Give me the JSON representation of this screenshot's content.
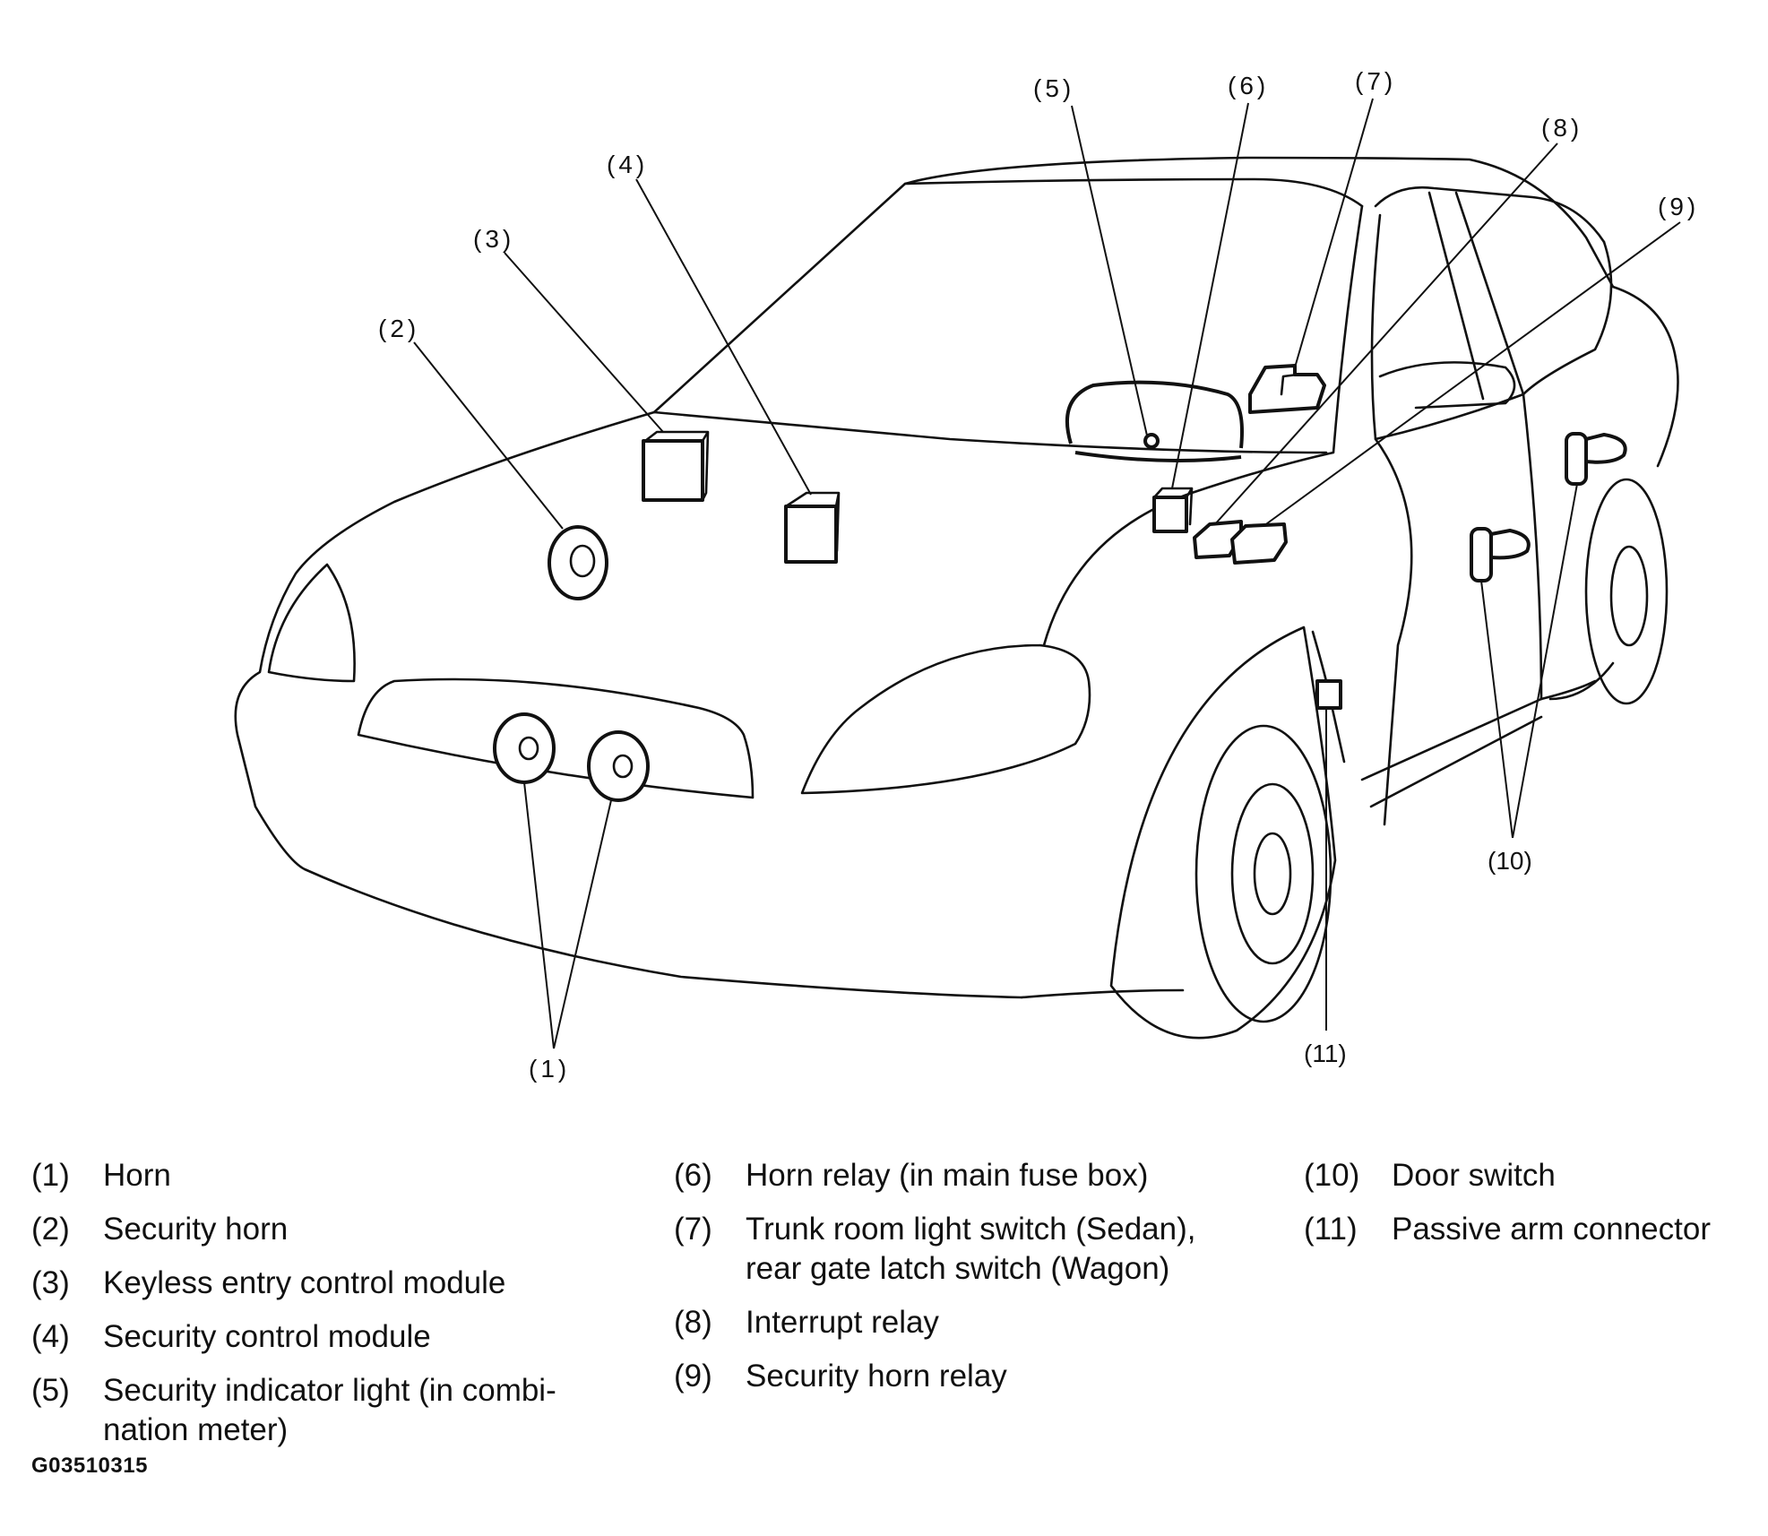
{
  "callouts": [
    "(5)",
    "(6)",
    "(7)",
    "(8)",
    "(4)",
    "(9)",
    "(3)",
    "(2)",
    "(10)",
    "(1)",
    "(11)"
  ],
  "legend": {
    "col1": [
      {
        "num": "(1)",
        "text": "Horn"
      },
      {
        "num": "(2)",
        "text": "Security horn"
      },
      {
        "num": "(3)",
        "text": "Keyless entry control module"
      },
      {
        "num": "(4)",
        "text": "Security control module"
      },
      {
        "num": "(5)",
        "text": "Security indicator light (in combi-\nnation meter)"
      }
    ],
    "col2": [
      {
        "num": "(6)",
        "text": "Horn relay (in main fuse box)"
      },
      {
        "num": "(7)",
        "text": "Trunk room light switch (Sedan),\nrear gate latch switch (Wagon)"
      },
      {
        "num": "(8)",
        "text": "Interrupt relay"
      },
      {
        "num": "(9)",
        "text": "Security horn relay"
      }
    ],
    "col3": [
      {
        "num": "(10)",
        "text": "Door switch"
      },
      {
        "num": "(11)",
        "text": "Passive arm connector"
      }
    ]
  },
  "figure_code": "G03510315"
}
